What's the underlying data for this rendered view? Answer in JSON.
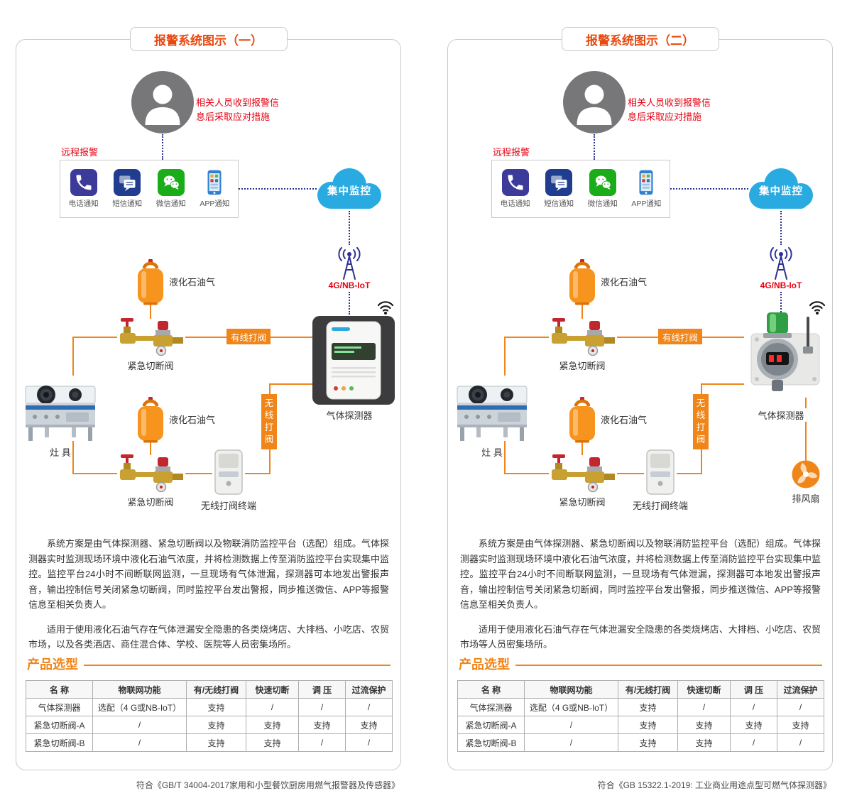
{
  "colors": {
    "orange": "#f08519",
    "red": "#e60012",
    "navy_dotted": "#2e3192",
    "cloud_blue": "#29abe2",
    "wechat_green": "#1aad19",
    "title_red": "#e8490f"
  },
  "panels": [
    {
      "variant": "v1",
      "title": "报警系统图示（一）",
      "person_note": "相关人员收到报警信\n息后采取应对措施",
      "remote_alarm": "远程报警",
      "notify": [
        {
          "label": "电话通知"
        },
        {
          "label": "短信通知"
        },
        {
          "label": "微信通知"
        },
        {
          "label": "APP通知"
        }
      ],
      "cloud": "集中监控",
      "network": "4G/NB-IoT",
      "cylinder1": "液化石油气",
      "cylinder2": "液化石油气",
      "valve1": "紧急切断阀",
      "valve2": "紧急切断阀",
      "wired": "有线打阀",
      "wireless": "无线打阀",
      "stove": "灶 具",
      "detector": "气体探测器",
      "terminal": "无线打阀终端",
      "para1": "系统方案是由气体探测器、紧急切断阀以及物联消防监控平台（选配）组成。气体探测器实时监测现场环境中液化石油气浓度，并将检测数据上传至消防监控平台实现集中监控。监控平台24小时不间断联网监测，一旦现场有气体泄漏，探测器可本地发出警报声音，输出控制信号关闭紧急切断阀，同时监控平台发出警报，同步推送微信、APP等报警信息至相关负责人。",
      "para2": "适用于使用液化石油气存在气体泄漏安全隐患的各类烧烤店、大排档、小吃店、农贸市场，以及各类酒店、商住混合体、学校、医院等人员密集场所。",
      "product_title": "产品选型",
      "table": {
        "headers": [
          "名 称",
          "物联网功能",
          "有/无线打阀",
          "快速切断",
          "调 压",
          "过流保护"
        ],
        "rows": [
          [
            "气体探测器",
            "选配（4 G或NB-IoT）",
            "支持",
            "/",
            "/",
            "/"
          ],
          [
            "紧急切断阀-A",
            "/",
            "支持",
            "支持",
            "支持",
            "支持"
          ],
          [
            "紧急切断阀-B",
            "/",
            "支持",
            "支持",
            "/",
            "/"
          ]
        ]
      },
      "compliance": "符合《GB/T 34004-2017家用和小型餐饮厨房用燃气报警器及传感器》"
    },
    {
      "variant": "v2",
      "title": "报警系统图示（二）",
      "person_note": "相关人员收到报警信\n息后采取应对措施",
      "remote_alarm": "远程报警",
      "notify": [
        {
          "label": "电话通知"
        },
        {
          "label": "短信通知"
        },
        {
          "label": "微信通知"
        },
        {
          "label": "APP通知"
        }
      ],
      "cloud": "集中监控",
      "network": "4G/NB-IoT",
      "cylinder1": "液化石油气",
      "cylinder2": "液化石油气",
      "valve1": "紧急切断阀",
      "valve2": "紧急切断阀",
      "wired": "有线打阀",
      "wireless": "无线打阀",
      "stove": "灶 具",
      "detector": "气体探测器",
      "terminal": "无线打阀终端",
      "fan": "排风扇",
      "para1": "系统方案是由气体探测器、紧急切断阀以及物联消防监控平台（选配）组成。气体探测器实时监测现场环境中液化石油气浓度，并将检测数据上传至消防监控平台实现集中监控。监控平台24小时不间断联网监测，一旦现场有气体泄漏，探测器可本地发出警报声音，输出控制信号关闭紧急切断阀，同时监控平台发出警报，同步推送微信、APP等报警信息至相关负责人。",
      "para2": "适用于使用液化石油气存在气体泄漏安全隐患的各类烧烤店、大排档、小吃店、农贸市场等人员密集场所。",
      "product_title": "产品选型",
      "table": {
        "headers": [
          "名 称",
          "物联网功能",
          "有/无线打阀",
          "快速切断",
          "调 压",
          "过流保护"
        ],
        "rows": [
          [
            "气体探测器",
            "选配（4 G或NB-IoT）",
            "支持",
            "/",
            "/",
            "/"
          ],
          [
            "紧急切断阀-A",
            "/",
            "支持",
            "支持",
            "支持",
            "支持"
          ],
          [
            "紧急切断阀-B",
            "/",
            "支持",
            "支持",
            "/",
            "/"
          ]
        ]
      },
      "compliance": "符合《GB 15322.1-2019: 工业商业用途点型可燃气体探测器》"
    }
  ]
}
